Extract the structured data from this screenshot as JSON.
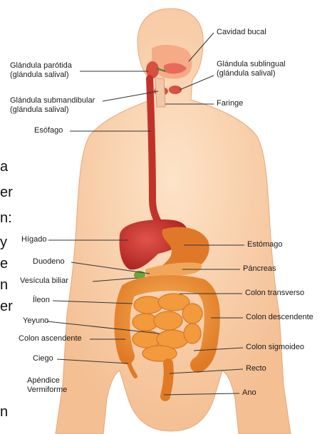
{
  "diagram": {
    "labels_left": {
      "parotida_1": "Glándula parótida",
      "parotida_2": "(glándula salival)",
      "submandibular_1": "Glándula submandibular",
      "submandibular_2": "(glándula salival)",
      "esofago": "Esófago",
      "higado": "Hígado",
      "duodeno": "Duodeno",
      "vesicula": "Vesícula biliar",
      "ileon": "Íleon",
      "yeyuno": "Yeyuno",
      "colon_ascendente": "Colon ascendente",
      "ciego": "Ciego",
      "apendice_1": "Apéndice",
      "apendice_2": "Vermiforme"
    },
    "labels_right": {
      "cavidad_bucal": "Cavidad bucal",
      "sublingual_1": "Glándula sublingual",
      "sublingual_2": "(glándula salival)",
      "faringe": "Faringe",
      "estomago": "Estómago",
      "pancreas": "Páncreas",
      "colon_transverso": "Colon transverso",
      "colon_descendente": "Colon descendente",
      "colon_sigmoideo": "Colon sigmoideo",
      "recto": "Recto",
      "ano": "Ano"
    },
    "edge_text": [
      "a",
      "er",
      "n:",
      "y",
      "e",
      "n",
      "er",
      "n"
    ],
    "colors": {
      "skin": "#fbd3b0",
      "skin_shade": "#f2b88c",
      "liver": "#c9302c",
      "stomach": "#e0782a",
      "intestine": "#f29a3c",
      "esophagus": "#c2322a",
      "line": "#333333"
    }
  }
}
